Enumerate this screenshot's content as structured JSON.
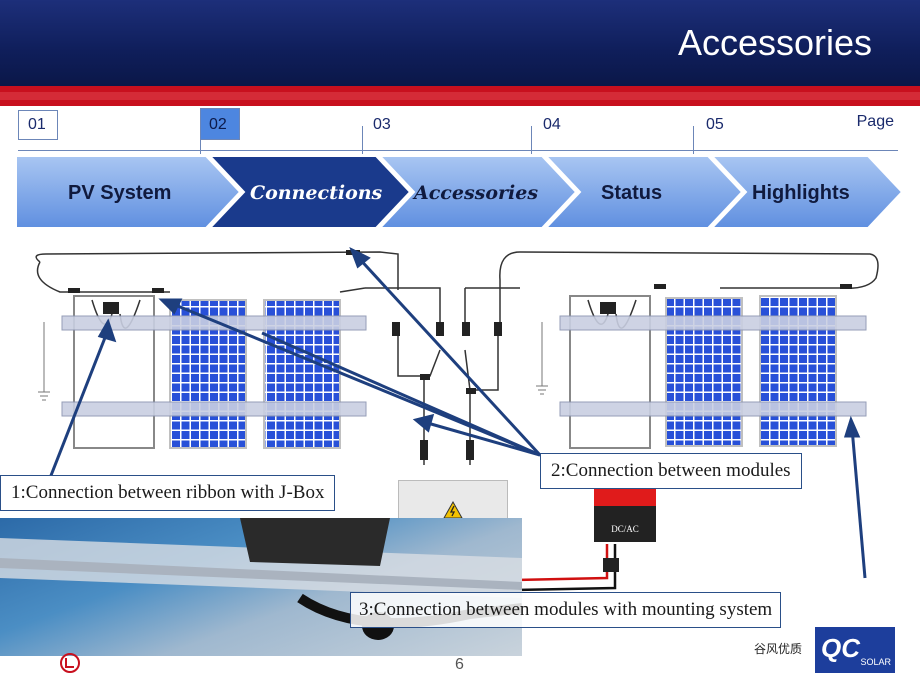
{
  "header": {
    "title": "Accessories"
  },
  "pages": {
    "label": "Page",
    "items": [
      {
        "num": "01"
      },
      {
        "num": "02"
      },
      {
        "num": "03"
      },
      {
        "num": "04"
      },
      {
        "num": "05"
      }
    ]
  },
  "nav": {
    "items": [
      {
        "label": "PV System"
      },
      {
        "label": "Connections"
      },
      {
        "label": "Accessories"
      },
      {
        "label": "Status"
      },
      {
        "label": "Highlights"
      }
    ],
    "active": "Connections"
  },
  "callouts": {
    "ribbon": "1:Connection between ribbon with J-Box",
    "modules": "2:Connection between modules",
    "mounting": "3:Connection between modules with mounting system"
  },
  "inverter": {
    "label": "DC/AC"
  },
  "footer": {
    "page_number": "6",
    "brand_cn": "谷风优质",
    "logo_text": "QC",
    "logo_sub": "SOLAR"
  },
  "colors": {
    "header": "#0f1e5a",
    "band": "#c8101e",
    "nav_active": "#1a3a8c",
    "nav_inactive": "#7ea6e6",
    "cell": "#2850d8"
  }
}
